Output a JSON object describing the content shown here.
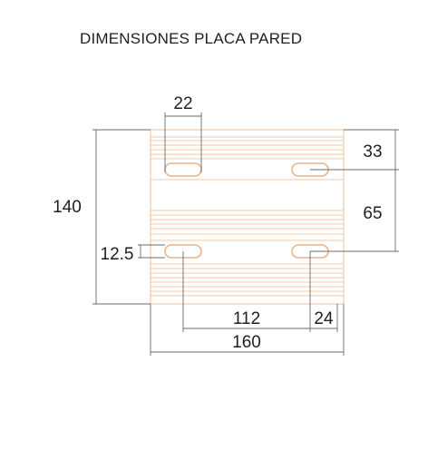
{
  "title": "DIMENSIONES PLACA PARED",
  "dimensions": {
    "slot_width": "22",
    "top_to_slot": "33",
    "slot_vertical_spacing": "65",
    "total_height": "140",
    "bottom_slot_offset": "12.5",
    "slot_horizontal_spacing": "112",
    "right_margin": "24",
    "total_width": "160"
  },
  "colors": {
    "plate_stroke": "#f0c8a6",
    "slot_stroke": "#e9b48a",
    "dimension_line": "#6b6b6b",
    "text": "#1f1f1f"
  }
}
